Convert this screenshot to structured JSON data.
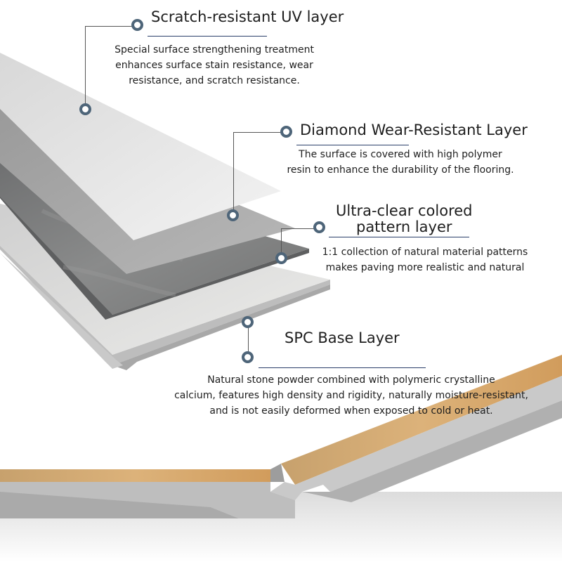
{
  "layers": [
    {
      "title": "Scratch-resistant UV layer",
      "description": [
        "Special surface strengthening treatment",
        "enhances surface stain resistance, wear",
        "resistance, and scratch resistance."
      ]
    },
    {
      "title": "Diamond Wear-Resistant Layer",
      "description": [
        "The surface is covered with high polymer",
        "resin to enhance the durability of the flooring."
      ]
    },
    {
      "title": [
        "Ultra-clear colored",
        "pattern layer"
      ],
      "description": [
        "1:1 collection of natural material patterns",
        "makes paving more realistic and natural"
      ]
    },
    {
      "title": "SPC Base Layer",
      "description": [
        "Natural stone powder combined with polymeric crystalline",
        "calcium, features high density and rigidity, naturally moisture-resistant,",
        "and is not easily deformed when exposed to cold or heat."
      ]
    }
  ],
  "colors": {
    "uv_layer": "#e9e9e9",
    "wear_layer": "#a9a9a9",
    "pattern_layer": "#7d7e7f",
    "base_layer": "#e3e3e1",
    "wood_surface": "#d6a969",
    "marker": "#4e6579",
    "rule": "#2b3f6a"
  }
}
